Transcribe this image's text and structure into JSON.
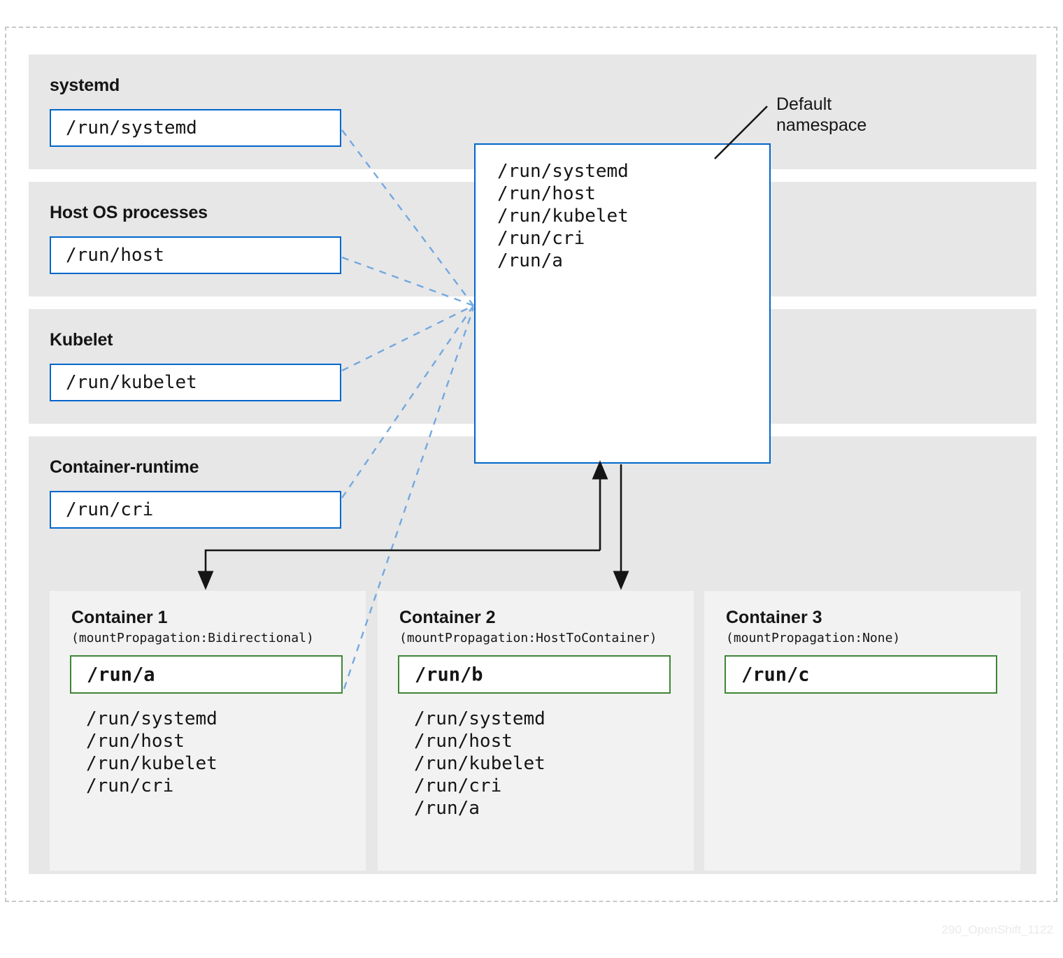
{
  "diagram": {
    "watermark": "290_OpenShift_1122",
    "colors": {
      "host_box_border": "#0066cc",
      "mount_box_border": "#3e8635",
      "lane_background": "#e7e7e7",
      "card_background": "#f2f2f2",
      "dashed_connector": "#73a8e0",
      "arrow": "#151515",
      "frame_dashed": "#c9c9c9"
    }
  },
  "lanes": [
    {
      "title": "systemd",
      "path": "/run/systemd"
    },
    {
      "title": "Host OS processes",
      "path": "/run/host"
    },
    {
      "title": "Kubelet",
      "path": "/run/kubelet"
    },
    {
      "title": "Container-runtime",
      "path": "/run/cri"
    }
  ],
  "namespace": {
    "callout": "Default\nnamespace",
    "mounts": "/run/systemd\n/run/host\n/run/kubelet\n/run/cri\n/run/a",
    "mount_list": [
      "/run/systemd",
      "/run/host",
      "/run/kubelet",
      "/run/cri",
      "/run/a"
    ]
  },
  "containers": [
    {
      "title": "Container 1",
      "propagation": "(mountPropagation:Bidirectional)",
      "mount": "/run/a",
      "visible": "/run/systemd\n/run/host\n/run/kubelet\n/run/cri",
      "visible_list": [
        "/run/systemd",
        "/run/host",
        "/run/kubelet",
        "/run/cri"
      ]
    },
    {
      "title": "Container 2",
      "propagation": "(mountPropagation:HostToContainer)",
      "mount": "/run/b",
      "visible": "/run/systemd\n/run/host\n/run/kubelet\n/run/cri\n/run/a",
      "visible_list": [
        "/run/systemd",
        "/run/host",
        "/run/kubelet",
        "/run/cri",
        "/run/a"
      ]
    },
    {
      "title": "Container 3",
      "propagation": "(mountPropagation:None)",
      "mount": "/run/c",
      "visible": "",
      "visible_list": []
    }
  ]
}
